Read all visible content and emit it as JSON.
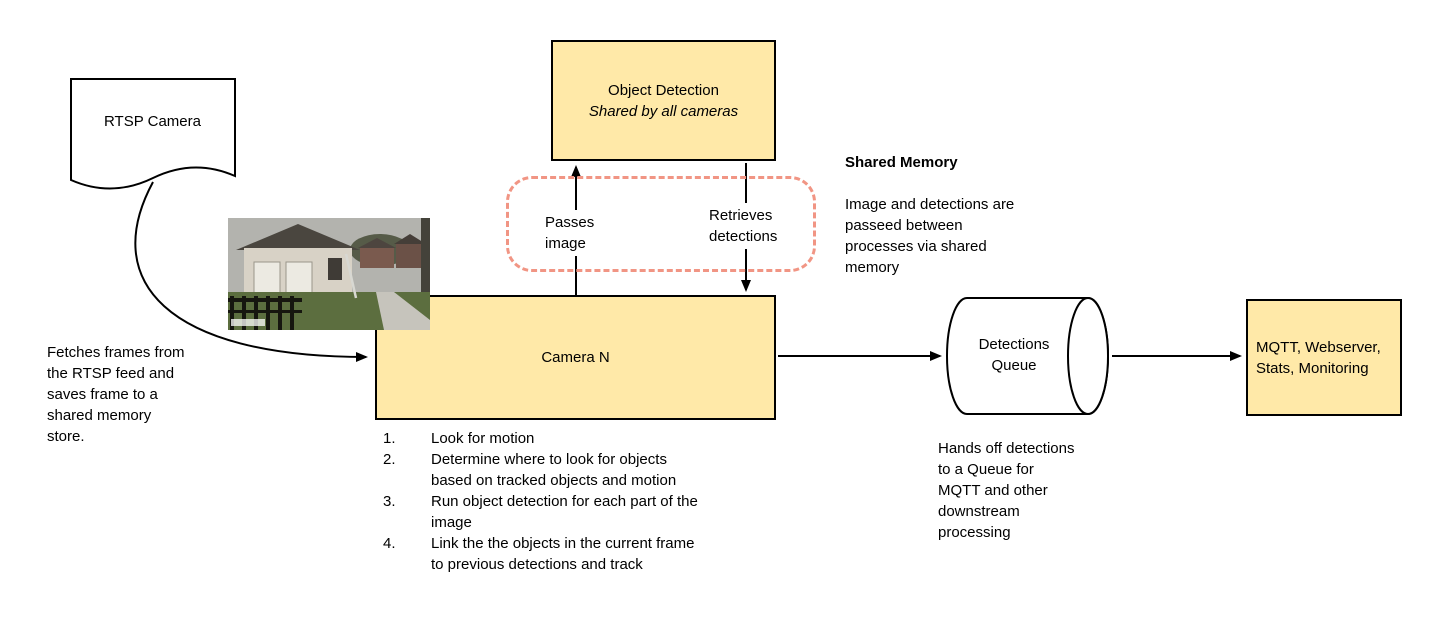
{
  "diagram": {
    "rtsp": {
      "label": "RTSP Camera",
      "note": "Fetches frames from\nthe RTSP feed and\nsaves frame to a\nshared memory\nstore."
    },
    "object_detection": {
      "title": "Object Detection",
      "subtitle": "Shared by all cameras"
    },
    "shared_memory": {
      "title": "Shared Memory",
      "body": "Image and detections are\npasseed between\nprocesses via shared\nmemory"
    },
    "arrows": {
      "passes_image": "Passes\nimage",
      "retrieves_detections": "Retrieves\ndetections"
    },
    "camera": {
      "label": "Camera N",
      "steps": [
        "Look for motion",
        "Determine where to look for objects\nbased on tracked objects and motion",
        "Run object detection for each part of the\nimage",
        "Link the the objects in the current frame\nto previous detections and track"
      ]
    },
    "queue": {
      "label": "Detections\nQueue",
      "note": "Hands off detections\nto a Queue for\nMQTT and other\ndownstream\nprocessing"
    },
    "outputs": {
      "label": "MQTT, Webserver,\nStats, Monitoring"
    },
    "colors": {
      "node_fill": "#FFE9A8",
      "node_border": "#000000",
      "shared_memory_outline": "#F19584",
      "arrow": "#000000"
    }
  }
}
